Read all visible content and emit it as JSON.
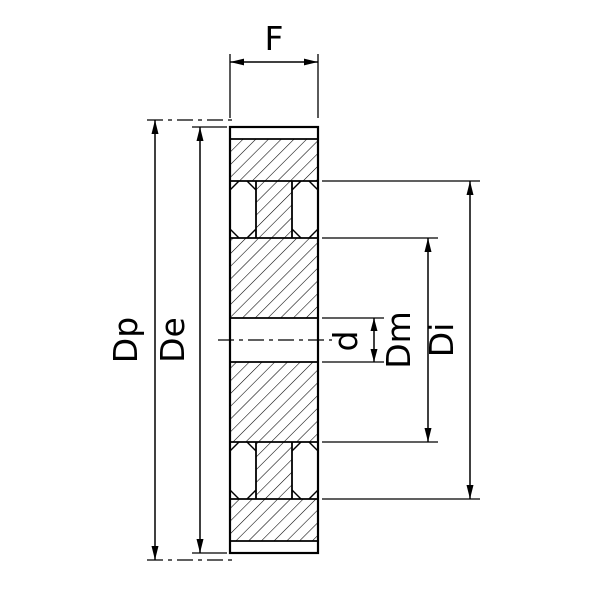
{
  "canvas": {
    "background": "#ffffff",
    "line_color": "#000000"
  },
  "drawing": {
    "kind": "pulley-cross-section-technical-drawing",
    "labels": {
      "f": "F",
      "dp": "Dp",
      "de": "De",
      "d": "d",
      "dm": "Dm",
      "di": "Di"
    }
  }
}
